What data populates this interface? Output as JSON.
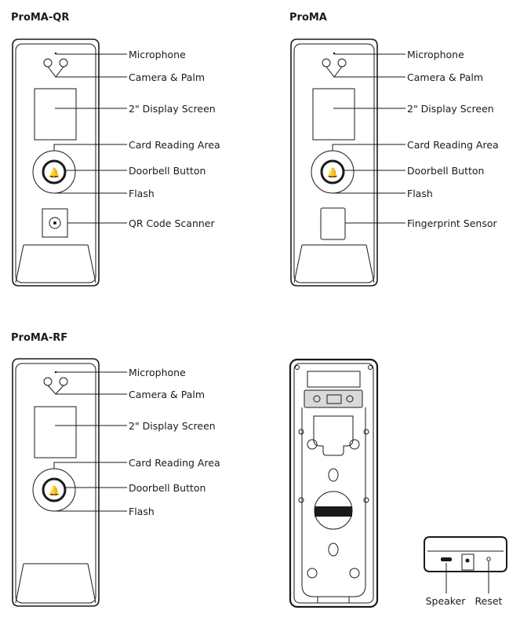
{
  "titles": {
    "proma_qr": "ProMA-QR",
    "proma": "ProMA",
    "proma_rf": "ProMA-RF"
  },
  "labels": {
    "microphone": "Microphone",
    "camera_palm": "Camera & Palm",
    "display_screen": "2\" Display Screen",
    "card_reading_area": "Card Reading Area",
    "doorbell_button": "Doorbell Button",
    "flash": "Flash",
    "qr_code_scanner": "QR Code Scanner",
    "fingerprint_sensor": "Fingerprint Sensor",
    "speaker": "Speaker",
    "reset": "Reset"
  }
}
